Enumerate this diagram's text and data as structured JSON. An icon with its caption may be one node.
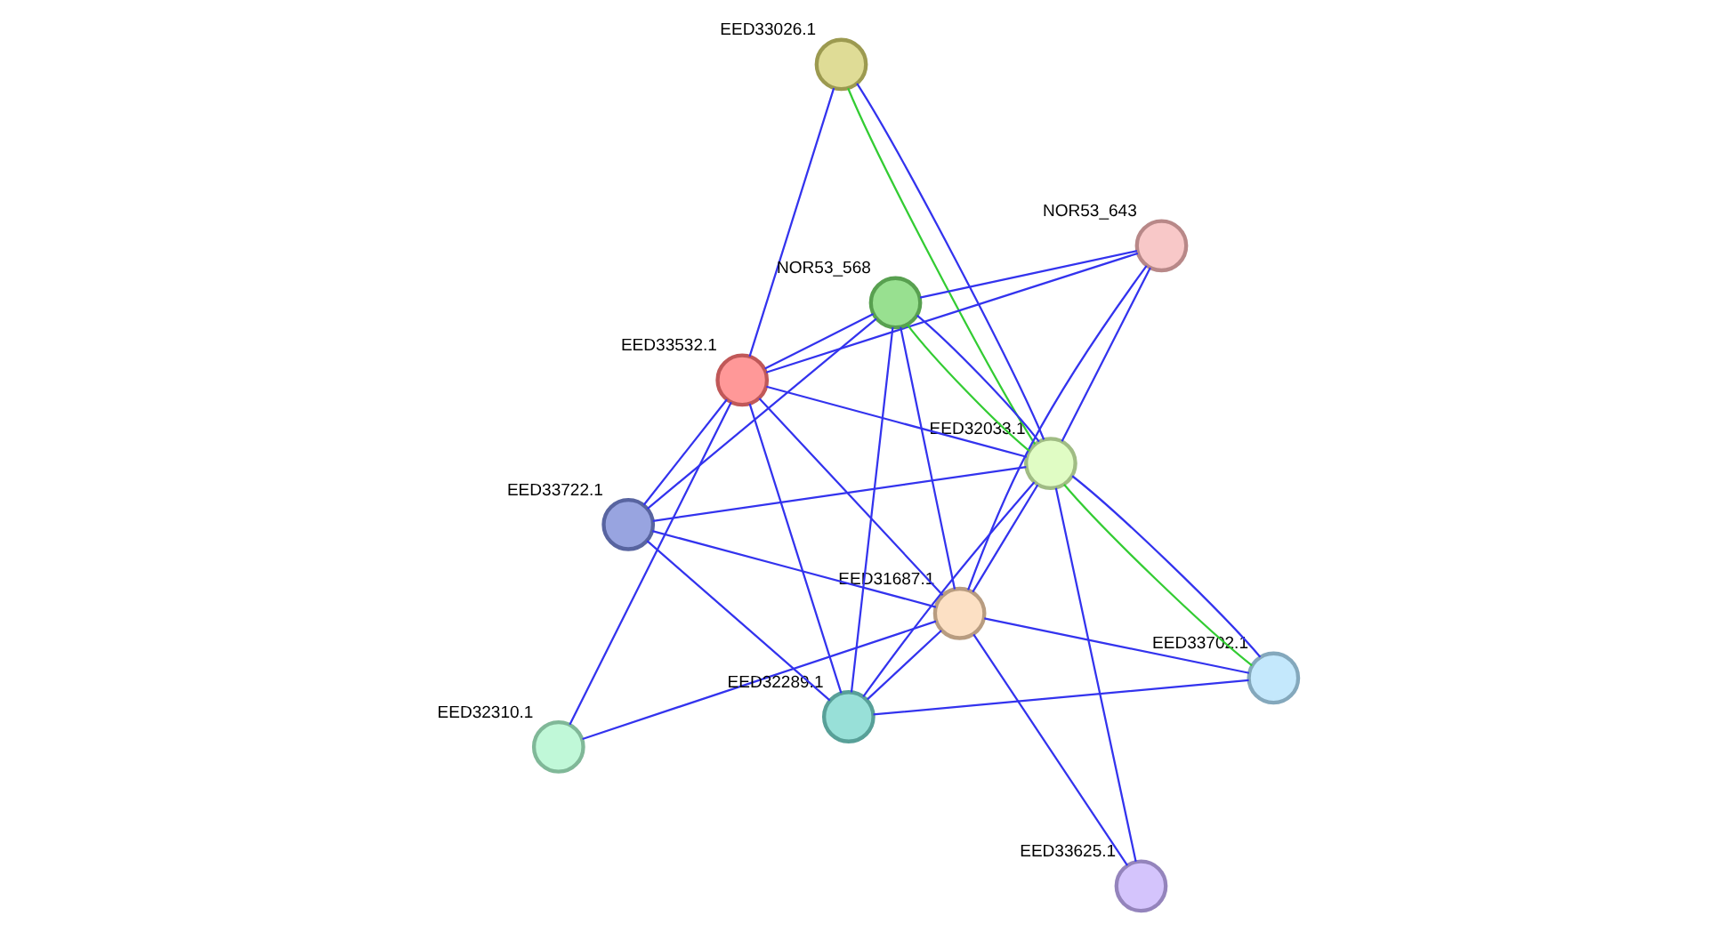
{
  "diagram": {
    "nodes": [
      {
        "text": [
          "EED33026.1"
        ]
      },
      {
        "text": [
          "NOR53_643"
        ]
      },
      {
        "text": [
          "EED32310.1"
        ]
      },
      {
        "text": [
          "EED33532.1"
        ]
      },
      {
        "text": [
          "NOR53_568"
        ]
      },
      {
        "text": [
          "EED31687.1"
        ]
      },
      {
        "text": [
          "EED32289.1"
        ]
      },
      {
        "text": [
          "EED32033.1"
        ]
      },
      {
        "text": [
          "EED33722.1"
        ]
      },
      {
        "text": [
          "EED33702.1"
        ]
      },
      {
        "text": [
          "EED33625.1"
        ]
      }
    ],
    "edges": [
      {
        "from": 0,
        "to": 3,
        "arrow": "none"
      },
      {
        "from": 0,
        "to": 7,
        "arrow": "none"
      },
      {
        "from": 0,
        "to": 7,
        "arrow": "none",
        "color": "#33cc33"
      },
      {
        "from": 1,
        "to": 3,
        "arrow": "none"
      },
      {
        "from": 1,
        "to": 5,
        "arrow": "none"
      },
      {
        "from": 1,
        "to": 7,
        "arrow": "none"
      },
      {
        "from": 1,
        "to": 4,
        "arrow": "none"
      },
      {
        "from": 2,
        "to": 3,
        "arrow": "none"
      },
      {
        "from": 2,
        "to": 5,
        "arrow": "none"
      },
      {
        "from": 3,
        "to": 4,
        "arrow": "none"
      },
      {
        "from": 3,
        "to": 6,
        "arrow": "none"
      },
      {
        "from": 3,
        "to": 5,
        "arrow": "none"
      },
      {
        "from": 3,
        "to": 7,
        "arrow": "none"
      },
      {
        "from": 3,
        "to": 8,
        "arrow": "none"
      },
      {
        "from": 4,
        "to": 5,
        "arrow": "none"
      },
      {
        "from": 4,
        "to": 6,
        "arrow": "none"
      },
      {
        "from": 4,
        "to": 7,
        "arrow": "none"
      },
      {
        "from": 4,
        "to": 7,
        "arrow": "none",
        "color": "#33cc33"
      },
      {
        "from": 4,
        "to": 8,
        "arrow": "none"
      },
      {
        "from": 5,
        "to": 6,
        "arrow": "none"
      },
      {
        "from": 5,
        "to": 7,
        "arrow": "none"
      },
      {
        "from": 5,
        "to": 8,
        "arrow": "none"
      },
      {
        "from": 5,
        "to": 9,
        "arrow": "none"
      },
      {
        "from": 5,
        "to": 10,
        "arrow": "none"
      },
      {
        "from": 6,
        "to": 7,
        "arrow": "none"
      },
      {
        "from": 6,
        "to": 8,
        "arrow": "none"
      },
      {
        "from": 6,
        "to": 9,
        "arrow": "none"
      },
      {
        "from": 7,
        "to": 8,
        "arrow": "none"
      },
      {
        "from": 7,
        "to": 9,
        "arrow": "none"
      },
      {
        "from": 7,
        "to": 9,
        "arrow": "none",
        "color": "#33cc33"
      },
      {
        "from": 7,
        "to": 10,
        "arrow": "none"
      }
    ]
  }
}
